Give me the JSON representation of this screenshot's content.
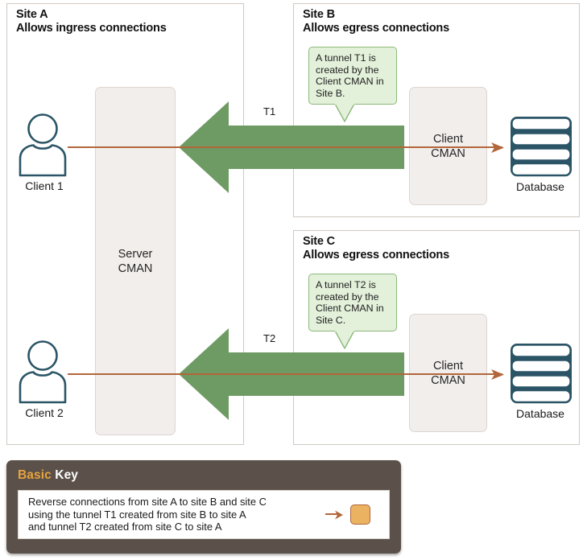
{
  "diagram": {
    "title": "CMAN reverse tunnel connections across sites",
    "colors": {
      "tunnel_green": "#6e9b63",
      "connection_brown": "#b2663a",
      "callout_green_fill": "#e3f0da",
      "callout_green_border": "#8cb97a",
      "node_teal": "#2b5566",
      "cman_fill": "#f2eeec",
      "key_background": "#5b514a",
      "key_title_accent": "#e8a33d",
      "key_swatch": "#eab261"
    }
  },
  "sites": {
    "a": {
      "title": "Site A\nAllows ingress connections",
      "cman_label": "Server\nCMAN",
      "clients": [
        {
          "label": "Client 1"
        },
        {
          "label": "Client 2"
        }
      ]
    },
    "b": {
      "title": "Site B\nAllows egress connections",
      "cman_label": "Client\nCMAN",
      "database_label": "Database",
      "callout": "A tunnel T1 is created by the Client CMAN in Site B."
    },
    "c": {
      "title": "Site C\nAllows egress connections",
      "cman_label": "Client\nCMAN",
      "database_label": "Database",
      "callout": "A tunnel T2 is created by the Client CMAN in Site C."
    }
  },
  "tunnels": [
    {
      "label": "T1"
    },
    {
      "label": "T2"
    }
  ],
  "key": {
    "title_accent": "Basic",
    "title_rest": "Key",
    "description": "Reverse connections from site A to site B and site C\nusing the tunnel T1 created from site B to site A\nand tunnel T2 created from site C to site A"
  }
}
